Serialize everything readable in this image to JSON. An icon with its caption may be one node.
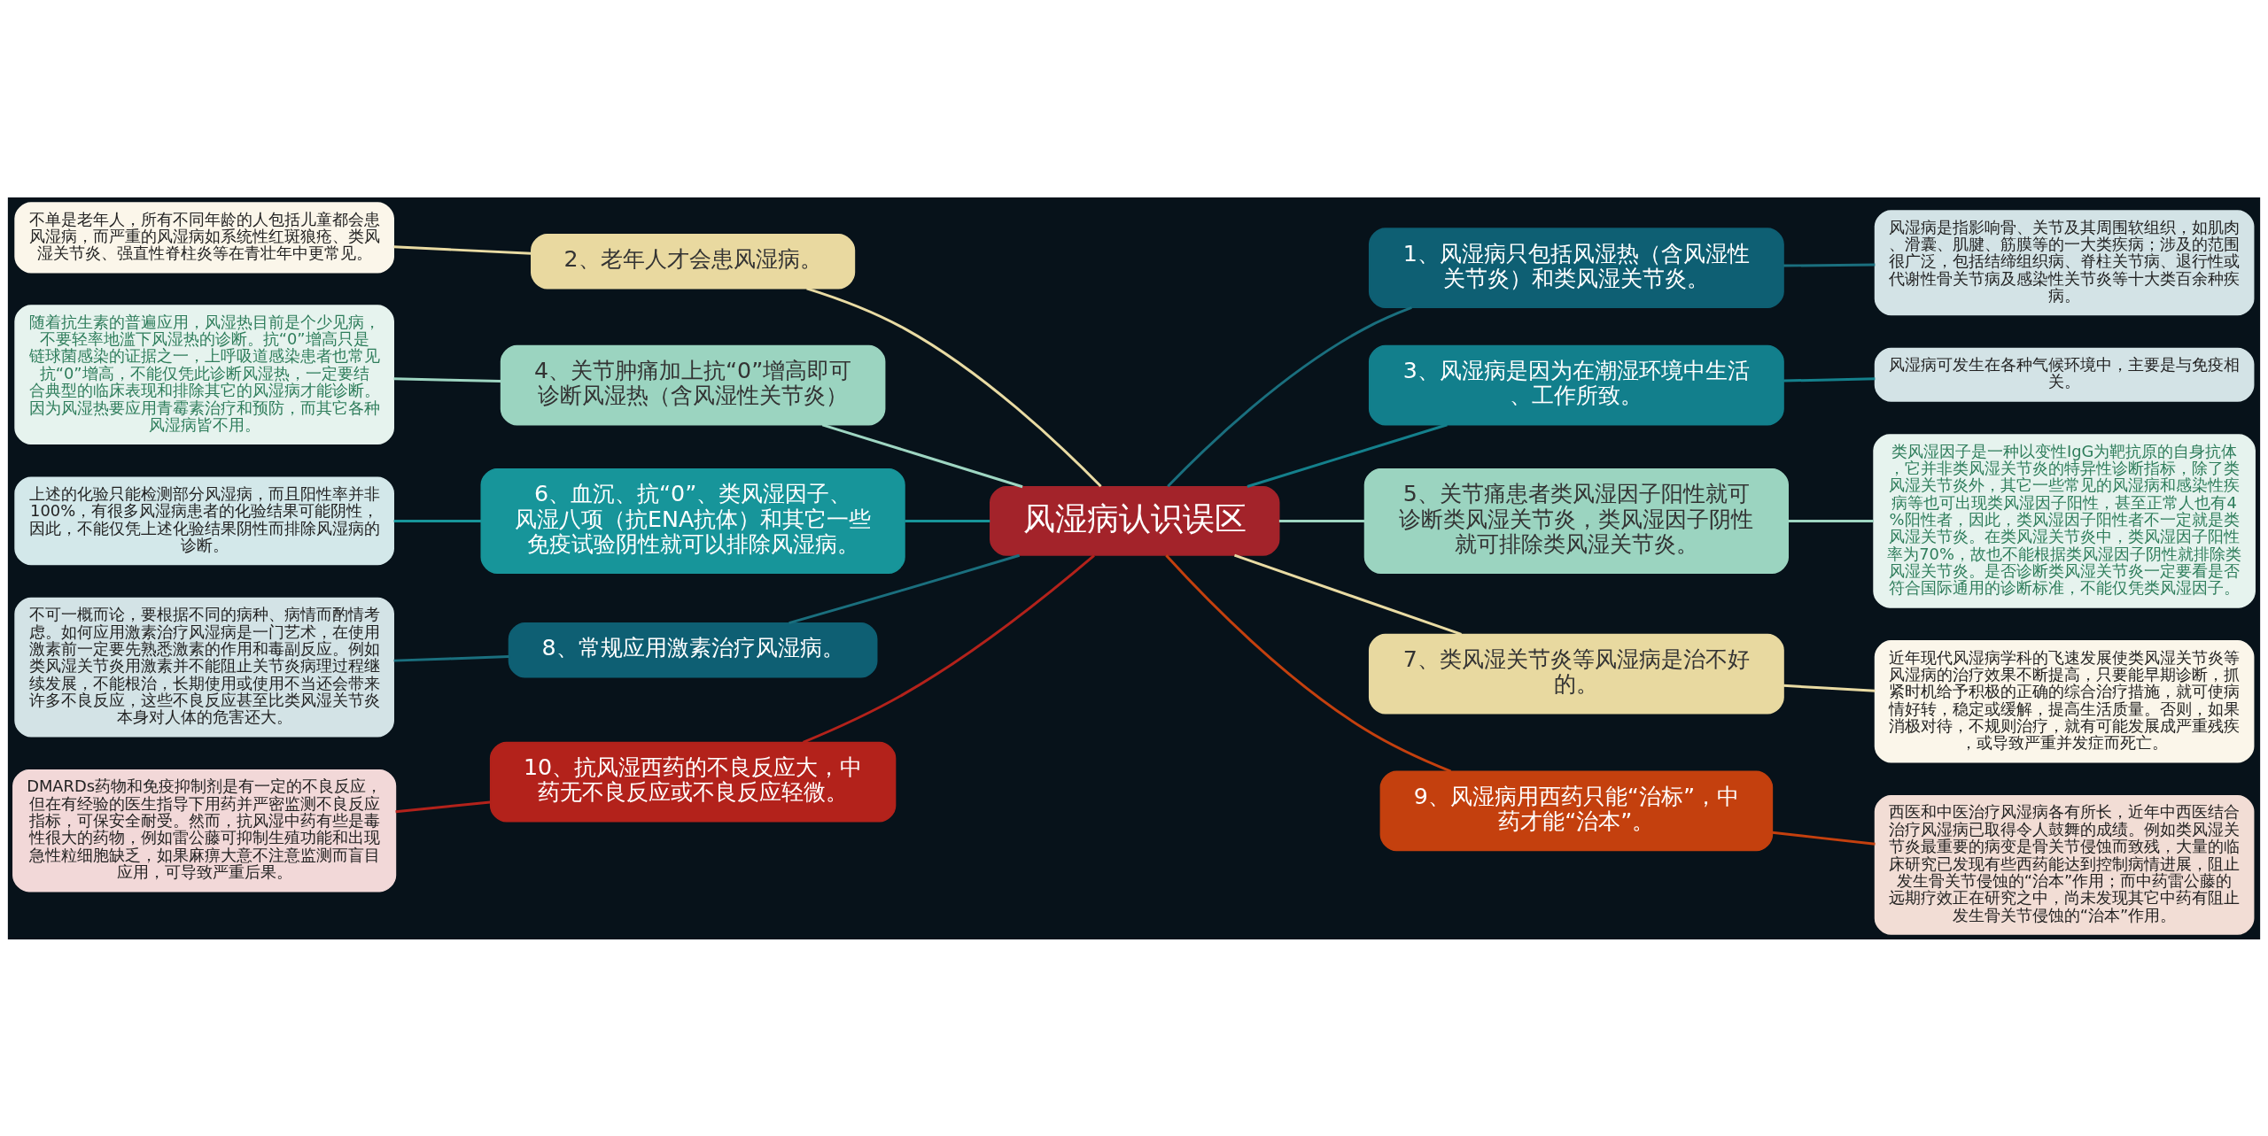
{
  "diagram": {
    "nodes": [
      {
        "text": [
          "风湿病认识误区"
        ]
      },
      {
        "text": [
          "1、风湿病只包括风湿热（含风湿性关节炎）和类风湿关节炎。"
        ]
      },
      {
        "text": [
          "风湿病是指影响骨、关节及其周围软组织，如肌肉、滑囊、肌腱、筋膜等的一大类疾病；涉及的范围很广泛，包括结缔组织病、脊柱关节病、退行性或代谢性骨关节病及感染性关节炎等十大类百余种疾病。"
        ]
      },
      {
        "text": [
          "2、老年人才会患风湿病。"
        ]
      },
      {
        "text": [
          "不单是老年人，所有不同年龄的人包括儿童都会患风湿病，而严重的风湿病如系统性红斑狼疮、类风湿关节炎、强直性脊柱炎等在青壮年中更常见。"
        ]
      },
      {
        "text": [
          "3、风湿病是因为在潮湿环境中生活、工作所致。"
        ]
      },
      {
        "text": [
          "风湿病可发生在各种气候环境中，主要是与免疫相关。"
        ]
      },
      {
        "text": [
          "4、关节肿痛加上抗“0”增高即可诊断风湿热（含风湿性关节炎）"
        ]
      },
      {
        "text": [
          "随着抗生素的普遍应用，风湿热目前是个少见病，不要轻率地滥下风湿热的诊断。抗“0”增高只是链球菌感染的证据之一，上呼吸道感染患者也常见抗“0”增高，不能仅凭此诊断风湿热，一定要结合典型的临床表现和排除其它的风湿病才能诊断。因为风湿热要应用青霉素治疗和预防，而其它各种风湿病皆不用。"
        ]
      },
      {
        "text": [
          "5、关节痛患者类风湿因子阳性就可诊断类风湿关节炎，类风湿因子阴性就可排除类风湿关节炎。"
        ]
      },
      {
        "text": [
          "类风湿因子是一种以变性IgG为靶抗原的自身抗体，它并非类风湿关节炎的特异性诊断指标，除了类风湿关节炎外，其它一些常见的风湿病和感染性疾病等也可出现类风湿因子阳性，甚至正常人也有4%阳性者，因此，类风湿因子阳性者不一定就是类风湿关节炎。在类风湿关节炎中，类风湿因子阳性率为70%，故也不能根据类风湿因子阴性就排除类风湿关节炎。是否诊断类风湿关节炎一定要看是否符合国际通用的诊断标准，不能仅凭类风湿因子。"
        ]
      },
      {
        "text": [
          "6、血沉、抗“0”、类风湿因子、风湿八项（抗ENA抗体）和其它一些免疫试验阴性就可以排除风湿病。"
        ]
      },
      {
        "text": [
          "上述的化验只能检测部分风湿病，而且阳性率并非100%，有很多风湿病患者的化验结果可能阴性，因此，不能仅凭上述化验结果阴性而排除风湿病的诊断。"
        ]
      },
      {
        "text": [
          "7、类风湿关节炎等风湿病是治不好的。"
        ]
      },
      {
        "text": [
          "近年现代风湿病学科的飞速发展使类风湿关节炎等风湿病的治疗效果不断提高，只要能早期诊断，抓紧时机给予积极的正确的综合治疗措施，就可使病情好转，稳定或缓解，提高生活质量。否则，如果消极对待，不规则治疗，就有可能发展成严重残疾，或导致严重并发症而死亡。"
        ]
      },
      {
        "text": [
          "8、常规应用激素治疗风湿病。"
        ]
      },
      {
        "text": [
          "不可一概而论，要根据不同的病种、病情而酌情考虑。如何应用激素治疗风湿病是一门艺术，在使用激素前一定要先熟悉激素的作用和毒副反应。例如类风湿关节炎用激素并不能阻止关节炎病理过程继续发展，不能根治，长期使用或使用不当还会带来许多不良反应，这些不良反应甚至比类风湿关节炎本身对人体的危害还大。"
        ]
      },
      {
        "text": [
          "9、风湿病用西药只能“治标”，中药才能“治本”。"
        ]
      },
      {
        "text": [
          "西医和中医治疗风湿病各有所长，近年中西医结合治疗风湿病已取得令人鼓舞的成绩。例如类风湿关节炎最重要的病变是骨关节侵蚀而致残，大量的临床研究已发现有些西药能达到控制病情进展，阻止发生骨关节侵蚀的“治本”作用；而中药雷公藤的远期疗效正在研究之中，尚未发现其它中药有阻止发生骨关节侵蚀的“治本”作用。"
        ]
      },
      {
        "text": [
          "10、抗风湿西药的不良反应大，中药无不良反应或不良反应轻微。"
        ]
      },
      {
        "text": [
          "DMARDs药物和免疫抑制剂是有一定的不良反应，但在有经验的医生指导下用药并严密监测不良反应指标，可保安全耐受。然而，抗风湿中药有些是毒性很大的药物，例如雷公藤可抑制生殖功能和出现急性粒细胞缺乏，如果麻痹大意不注意监测而盲目应用，可导致严重后果。"
        ]
      }
    ],
    "edges": [
      {
        "from": 0,
        "to": 1,
        "arrow": "none",
        "color": "#1a6f7e"
      },
      {
        "from": 1,
        "to": 2,
        "arrow": "none",
        "color": "#1a6f7e"
      },
      {
        "from": 0,
        "to": 3,
        "arrow": "none",
        "color": "#e9dba3"
      },
      {
        "from": 3,
        "to": 4,
        "arrow": "none",
        "color": "#e9dba3"
      },
      {
        "from": 0,
        "to": 5,
        "arrow": "none",
        "color": "#14808c"
      },
      {
        "from": 5,
        "to": 6,
        "arrow": "none",
        "color": "#14808c"
      },
      {
        "from": 0,
        "to": 7,
        "arrow": "none",
        "color": "#9ed6c2"
      },
      {
        "from": 7,
        "to": 8,
        "arrow": "none",
        "color": "#9ed6c2"
      },
      {
        "from": 0,
        "to": 9,
        "arrow": "none",
        "color": "#9ed6c2"
      },
      {
        "from": 9,
        "to": 10,
        "arrow": "none",
        "color": "#9ed6c2"
      },
      {
        "from": 0,
        "to": 11,
        "arrow": "none",
        "color": "#17959a"
      },
      {
        "from": 11,
        "to": 12,
        "arrow": "none",
        "color": "#17959a"
      },
      {
        "from": 0,
        "to": 13,
        "arrow": "none",
        "color": "#e9dba3"
      },
      {
        "from": 13,
        "to": 14,
        "arrow": "none",
        "color": "#e9dba3"
      },
      {
        "from": 0,
        "to": 15,
        "arrow": "none",
        "color": "#1a6f7e"
      },
      {
        "from": 15,
        "to": 16,
        "arrow": "none",
        "color": "#1a6f7e"
      },
      {
        "from": 0,
        "to": 17,
        "arrow": "none",
        "color": "#c4400e"
      },
      {
        "from": 17,
        "to": 18,
        "arrow": "none",
        "color": "#c4400e"
      },
      {
        "from": 0,
        "to": 19,
        "arrow": "none",
        "color": "#b3221b"
      },
      {
        "from": 19,
        "to": 20,
        "arrow": "none",
        "color": "#b3221b"
      }
    ]
  }
}
